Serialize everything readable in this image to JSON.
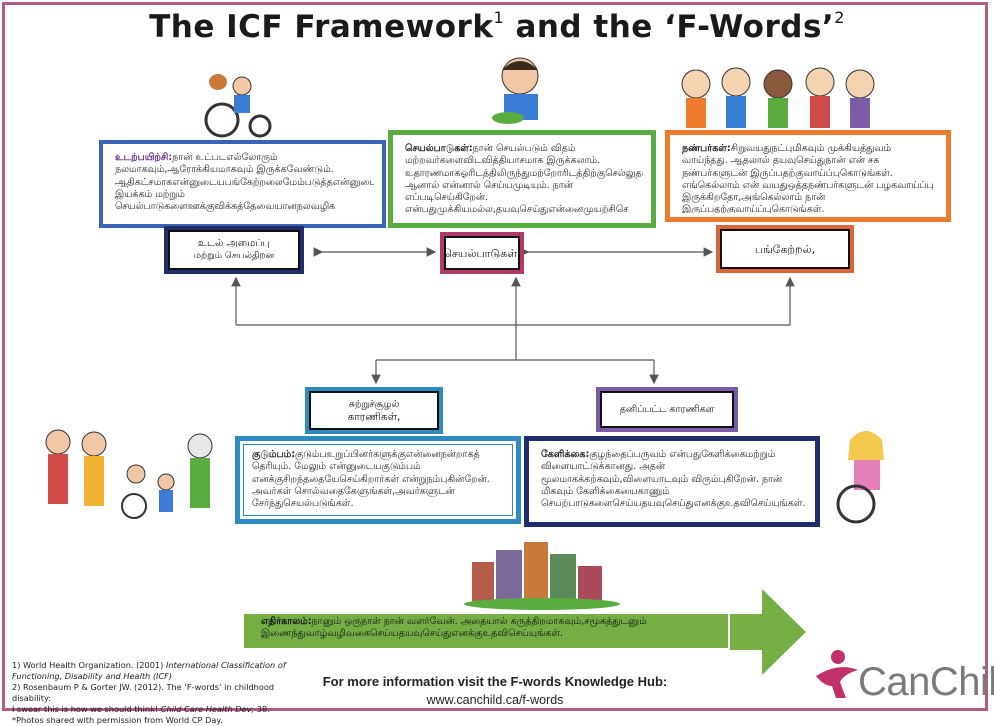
{
  "title": {
    "main": "The ICF Framework",
    "sup1": "1",
    "and": " and the ‘F-Words’",
    "sup2": "2"
  },
  "boxes": {
    "body": {
      "heading": "உடற்பயிற்சி:",
      "text": "நான் உட்படஎல்லோரும் நலமாகவும்,ஆரோக்கியமாகவும் இருக்கவேண்டும். ஆதிகட்சமாகஎன்னுடையபங்கேற்றலைமேம்படுத்தஎன்னுடையஉடல் இயக்கம் மற்றும் செயல்பாடுகளைஊக்குவிக்கத்தேவையானநலவழிக",
      "label_line1": "உடல் அமைப்பு",
      "label_line2": "மற்றும் செயல்திறன",
      "color": "#3b62b8"
    },
    "activity": {
      "heading": "செயல்பாடுகள்:",
      "text": "நான் செயல்படும் விதம் மற்றவர்களைவிடவித்தியாசமாக இருக்கலாம். உதாரணமாகஓரிடத்திலிருந்துமற்றோரிடத்திற்குசெல்லுதல்,தொடர்புகொள்ளுதல். ஆனால் என்னால் செய்யமுடியும். நான் எப்படிசெய்கிறேன். என்பதுமுக்கியமல்ல,தயவுசெய்துஎன்னைமுயற்சிசெ",
      "label": "செயல்பாடுகள்,",
      "color": "#5aac3f"
    },
    "participation": {
      "heading": "நண்பர்கள்:",
      "text": "சிறுவயதுநட்புமிகவும் முக்கியத்துவம் வாய்ந்தது. ஆதலால் தயவுசெய்துநான் என் சக நண்பர்களுடன் இருப்பதற்குவாய்ப்புகொடுங்கள். எங்கெல்லாம் என் வயதுஒத்தநண்பர்களுடன் பழகவாய்ப்பு இருக்கிறதோ,அங்கெல்லாம் நான் இருப்பதற்குவாய்ப்புகொடுங்கள்.",
      "label": "பங்கேற்றல்,",
      "color": "#ec7c2c"
    },
    "environment": {
      "heading": "குடும்பம்:",
      "text": "குடும்பஉறுப்பினர்களுக்குஎன்னைநன்றாகத் தெரியும். மேலும் என்னுடையகுடும்பம் எனக்குசிறந்ததையேசெய்கிறார்கள் என்றுநம்புகின்றேன். அவர்கள் சொல்வதைகேளுங்கள்,அவர்களுடன் சேர்ந்துசெயல்படுங்கள்.",
      "label_line1": "சுற்றுச்சூழல்",
      "label_line2": "காரணிகள்,",
      "color": "#2e8bc0"
    },
    "personal": {
      "heading": "கேளிக்கை:",
      "text": "குழந்தைப்பருவம் என்பதுகேளிக்கைமற்றும் விளையாட்டுக்கானது. அதன் மூலமாகக்கற்கவும்,விளையாடவும் விரும்புகிறேன். நான் மிகவும் கேளிக்கையைகாணும் செயற்பாடுகளைசெய்யதயவுசெய்துஎனக்குஉதவிசெய்யுங்கள்.",
      "label": "தனிப்பட்ட காரணிகள",
      "color": "#1f2d6b"
    }
  },
  "future": {
    "heading": "எதிர்காலம்:",
    "text": "நானும் ஒருநாள் நான் வளர்வேன். அதையால் கருத்திறமாகவும்,சமூகத்துடனும் இணைந்துவாழ்வழிவகைசெய்யதயவுசெய்துஎனக்குஉதவிசெய்யுங்கள்.",
    "color": "#74ae45"
  },
  "footnotes": {
    "line1": "1) World Health Organization. (2001) ",
    "line1_italic": "International Classification of",
    "line2_italic": "Functioning, Disability and Health (ICF)",
    "line3": "2) Rosenbaum P & Gorter JW. (2012). The ‘F-words’ in childhood disability:",
    "line4": "I swear this is how we should think! ",
    "line4_italic": "Child Care Health Dev;",
    "line4_end": " 38.",
    "line5": "*Photos shared with permission from World CP Day."
  },
  "info": {
    "line1": "For more information visit the F-words Knowledge Hub:",
    "url": "www.canchild.ca/f-words"
  },
  "logo": {
    "text": "CanChild",
    "color": "#c0306a"
  },
  "colors": {
    "frame": "#b05c86",
    "arrow": "#74ae45",
    "participation_label": "#d9663a",
    "activity_label": "#b03a6a",
    "personal_label": "#7b5aa6",
    "body_label": "#1f2d6b",
    "environment_label": "#2e8bc0"
  }
}
